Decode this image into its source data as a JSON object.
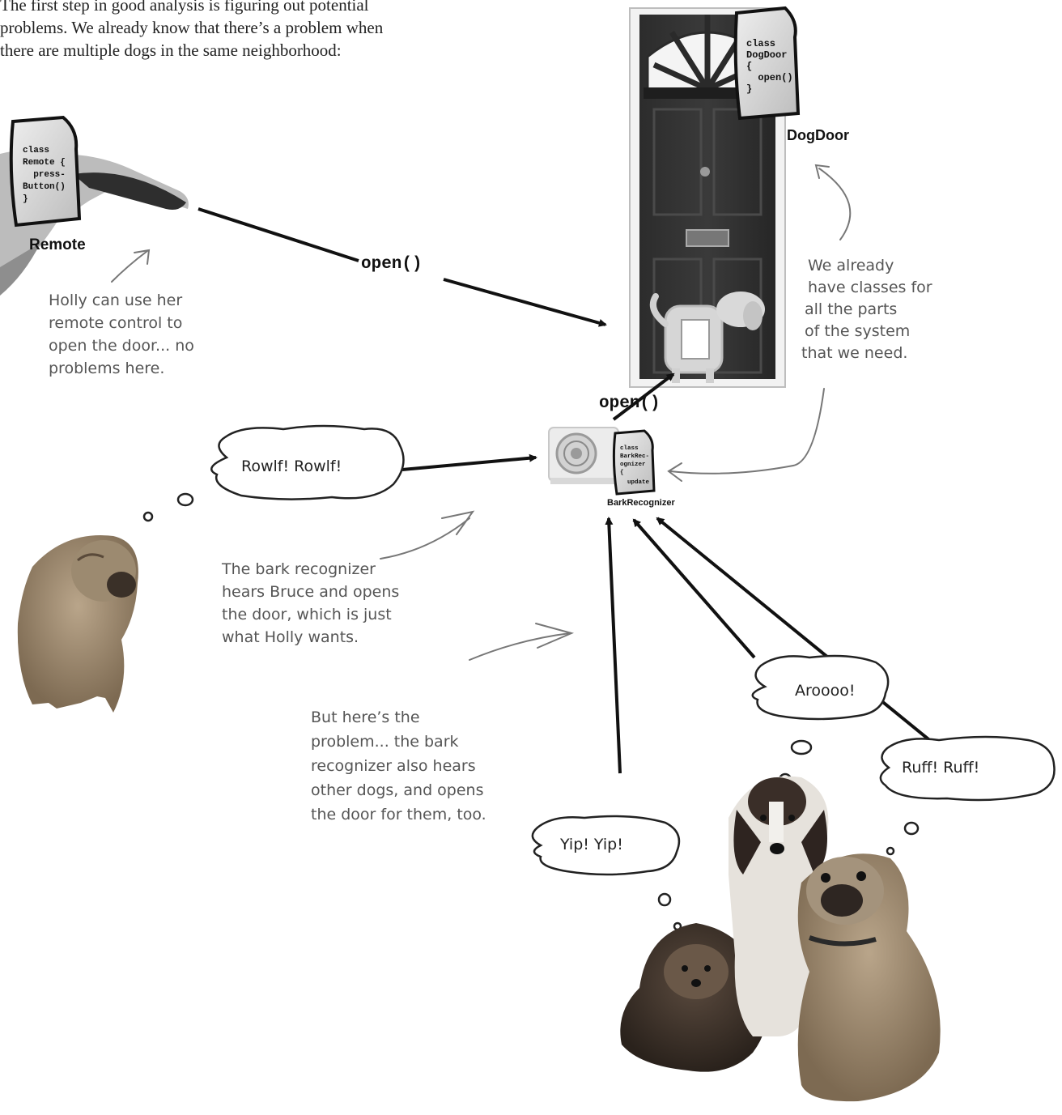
{
  "intro": {
    "lines": [
      "The first step in good analysis is figuring out potential",
      "problems. We already know that there’s a problem when",
      "there are multiple dogs in the same neighborhood:"
    ]
  },
  "remote": {
    "caption": "Remote",
    "code_lines": [
      "class",
      "Remote {",
      "  press-",
      "Button()",
      "}"
    ]
  },
  "dogdoor": {
    "caption": "DogDoor",
    "code_lines": [
      "class",
      "DogDoor",
      "{",
      "  open()",
      "}"
    ]
  },
  "barkrecognizer": {
    "caption": "BarkRecognizer",
    "code_lines": [
      "class",
      "BarkRec-",
      "ognizer",
      "{",
      "  update"
    ]
  },
  "method_labels": {
    "remote_open": "open()",
    "recognizer_open": "open()"
  },
  "bubbles": {
    "bruce": "Rowlf! Rowlf!",
    "hound": "Aroooo!",
    "pug": "Ruff! Ruff!",
    "yorkie": "Yip! Yip!"
  },
  "notes": {
    "holly": [
      "Holly can use her",
      "remote control to",
      "open the door... no",
      "problems here."
    ],
    "classes": [
      "We already",
      "have classes for",
      "all the parts",
      "of the system",
      "that we need."
    ],
    "bark_bruce": [
      "The bark recognizer",
      "hears Bruce and opens",
      "the door, which is just",
      "what Holly wants."
    ],
    "problem": [
      "But here’s the",
      "problem... the bark",
      "recognizer also hears",
      "other dogs, and opens",
      "the door for them, too."
    ]
  }
}
